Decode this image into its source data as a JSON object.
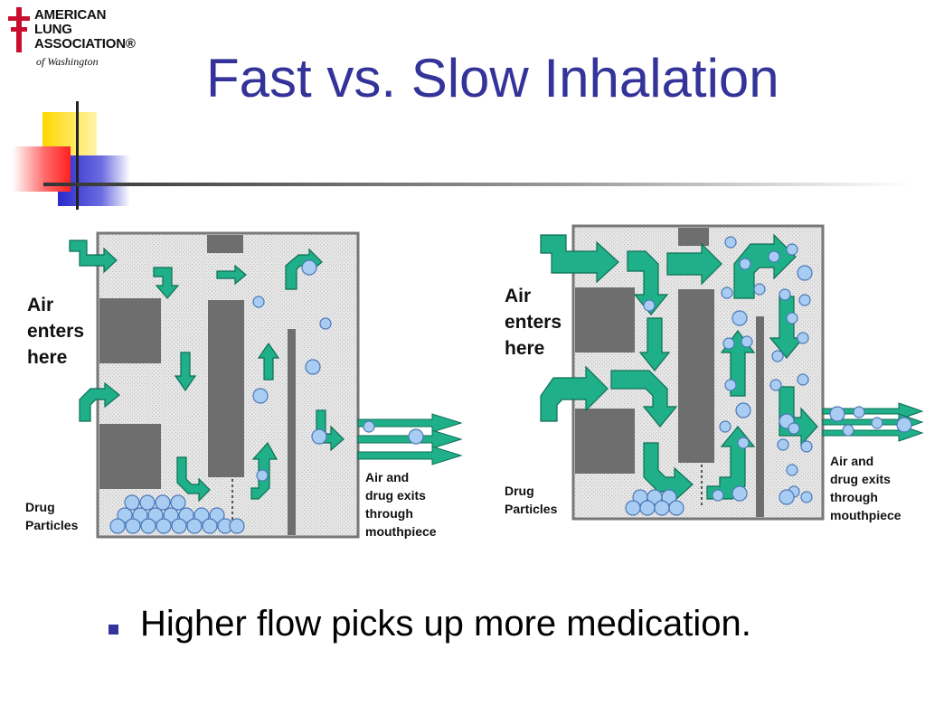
{
  "logo": {
    "line1": "AMERICAN",
    "line2": "LUNG",
    "line3": "ASSOCIATION®",
    "subtitle": "of Washington"
  },
  "title": "Fast vs. Slow Inhalation",
  "left_diagram": {
    "air_enters": "Air\nenters\nhere",
    "drug_particles": "Drug\nParticles",
    "exit_label": "Air and\ndrug exits\nthrough\nmouthpiece"
  },
  "right_diagram": {
    "air_enters": "Air\nenters\nhere",
    "drug_particles": "Drug\nParticles",
    "exit_label": "Air and\ndrug exits\nthrough\nmouthpiece"
  },
  "bullet": {
    "text": "Higher flow picks up more medication."
  },
  "colors": {
    "title": "#333399",
    "arrow": "#1fb08a",
    "particle": "#a9cdf2",
    "chamber": "#d9d9d9",
    "baffle": "#7a7a7a",
    "bullet": "#333399",
    "logo_cross": "#c8102e"
  }
}
